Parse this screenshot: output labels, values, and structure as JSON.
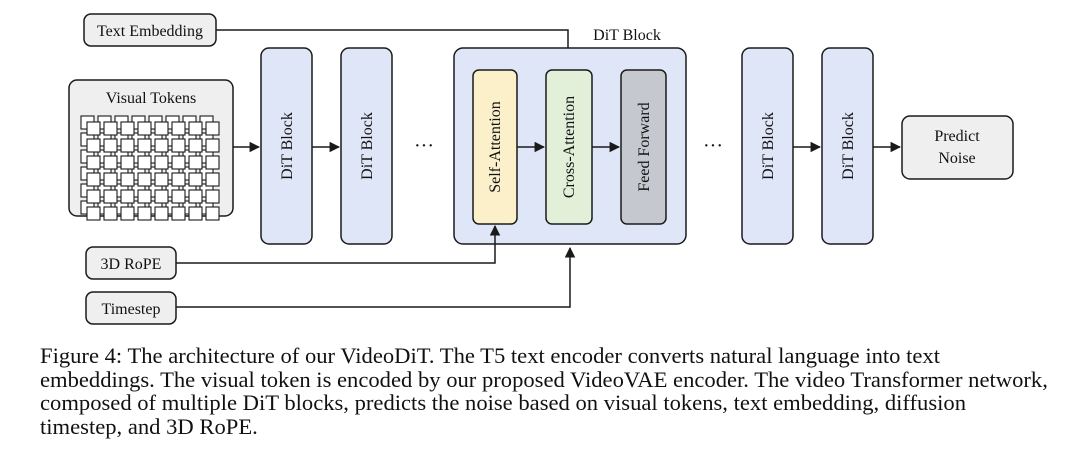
{
  "diagram": {
    "text_embedding": "Text Embedding",
    "visual_tokens": "Visual Tokens",
    "dit_block": "DiT Block",
    "dit_block_group_label": "DiT Block",
    "self_attention": "Self-Attention",
    "cross_attention": "Cross-Attention",
    "feed_forward": "Feed Forward",
    "ellipsis": "···",
    "predict_noise_line1": "Predict",
    "predict_noise_line2": "Noise",
    "rope": "3D RoPE",
    "timestep": "Timestep"
  },
  "colors": {
    "dit_fill": "#dfe6f7",
    "attention_fill": "#fbf0c9",
    "cross_fill": "#e2efd9",
    "ff_fill": "#c5c9cf",
    "input_fill": "#efefef",
    "stroke": "#1a1a1a"
  },
  "caption": "Figure 4: The architecture of our VideoDiT. The T5 text encoder converts natural language into text embeddings. The visual token is encoded by our proposed VideoVAE encoder. The video Transformer network, composed of multiple DiT blocks, predicts the noise based on visual tokens, text embedding, diffusion timestep, and 3D RoPE."
}
